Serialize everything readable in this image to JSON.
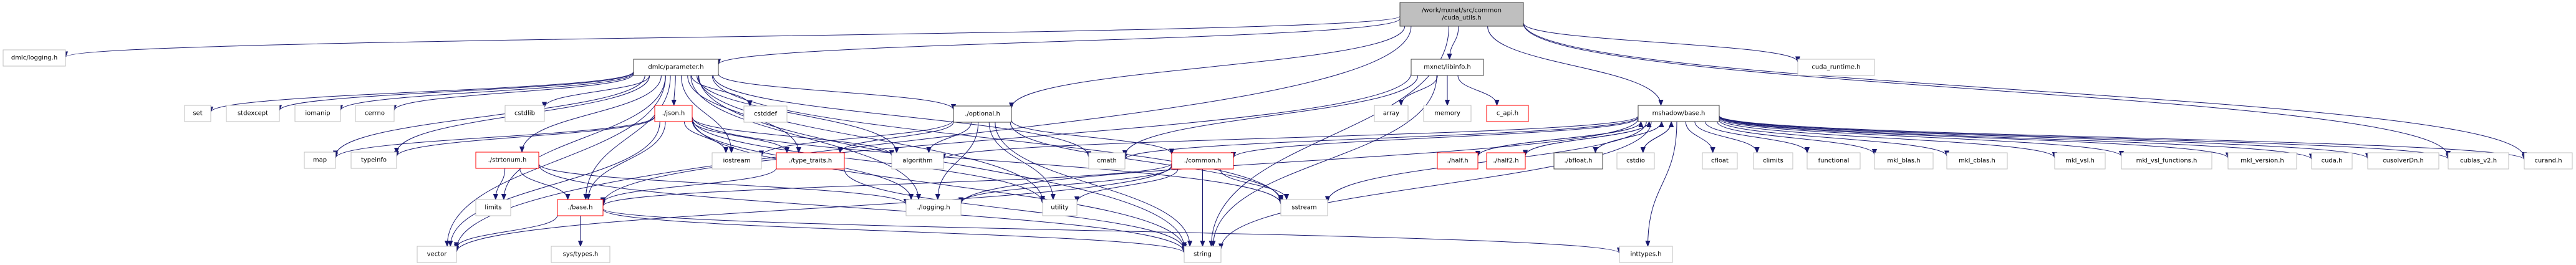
{
  "diagram": {
    "type": "include-dependency-graph",
    "colors": {
      "edge": "#191970",
      "root_fill": "#bfbfbf",
      "root_border": "#404040",
      "documented_border": "#404040",
      "undocumented_border": "#bfbfbf",
      "truncated_border": "#ff0000"
    },
    "nodes": [
      {
        "id": "root",
        "label": "/work/mxnet/src/common\n/cuda_utils.h",
        "kind": "root"
      },
      {
        "id": "dmlc_logging",
        "label": "dmlc/logging.h",
        "kind": "plain"
      },
      {
        "id": "dmlc_parameter",
        "label": "dmlc/parameter.h",
        "kind": "doc"
      },
      {
        "id": "mxnet_libinfo",
        "label": "mxnet/libinfo.h",
        "kind": "doc"
      },
      {
        "id": "cuda_runtime",
        "label": "cuda_runtime.h",
        "kind": "plain"
      },
      {
        "id": "set",
        "label": "set",
        "kind": "plain"
      },
      {
        "id": "stdexcept",
        "label": "stdexcept",
        "kind": "plain"
      },
      {
        "id": "iomanip",
        "label": "iomanip",
        "kind": "plain"
      },
      {
        "id": "cerrno",
        "label": "cerrno",
        "kind": "plain"
      },
      {
        "id": "cstdlib",
        "label": "cstdlib",
        "kind": "plain"
      },
      {
        "id": "json",
        "label": "./json.h",
        "kind": "red"
      },
      {
        "id": "cstddef",
        "label": "cstddef",
        "kind": "plain"
      },
      {
        "id": "optional",
        "label": "./optional.h",
        "kind": "doc"
      },
      {
        "id": "array",
        "label": "array",
        "kind": "plain"
      },
      {
        "id": "memory",
        "label": "memory",
        "kind": "plain"
      },
      {
        "id": "c_api",
        "label": "c_api.h",
        "kind": "red"
      },
      {
        "id": "mshadow_base",
        "label": "mshadow/base.h",
        "kind": "doc"
      },
      {
        "id": "map",
        "label": "map",
        "kind": "plain"
      },
      {
        "id": "typeinfo",
        "label": "typeinfo",
        "kind": "plain"
      },
      {
        "id": "strtonum",
        "label": "./strtonum.h",
        "kind": "red"
      },
      {
        "id": "iostream",
        "label": "iostream",
        "kind": "plain"
      },
      {
        "id": "type_traits",
        "label": "./type_traits.h",
        "kind": "red"
      },
      {
        "id": "algorithm",
        "label": "algorithm",
        "kind": "plain"
      },
      {
        "id": "cmath",
        "label": "cmath",
        "kind": "plain"
      },
      {
        "id": "common",
        "label": "./common.h",
        "kind": "red"
      },
      {
        "id": "half",
        "label": "./half.h",
        "kind": "red"
      },
      {
        "id": "half2",
        "label": "./half2.h",
        "kind": "red"
      },
      {
        "id": "bfloat",
        "label": "./bfloat.h",
        "kind": "doc"
      },
      {
        "id": "cstdio",
        "label": "cstdio",
        "kind": "plain"
      },
      {
        "id": "cfloat",
        "label": "cfloat",
        "kind": "plain"
      },
      {
        "id": "climits",
        "label": "climits",
        "kind": "plain"
      },
      {
        "id": "functional",
        "label": "functional",
        "kind": "plain"
      },
      {
        "id": "mkl_blas",
        "label": "mkl_blas.h",
        "kind": "plain"
      },
      {
        "id": "mkl_cblas",
        "label": "mkl_cblas.h",
        "kind": "plain"
      },
      {
        "id": "mkl_vsl",
        "label": "mkl_vsl.h",
        "kind": "plain"
      },
      {
        "id": "mkl_vsl_functions",
        "label": "mkl_vsl_functions.h",
        "kind": "plain"
      },
      {
        "id": "mkl_version",
        "label": "mkl_version.h",
        "kind": "plain"
      },
      {
        "id": "cuda",
        "label": "cuda.h",
        "kind": "plain"
      },
      {
        "id": "cusolverDn",
        "label": "cusolverDn.h",
        "kind": "plain"
      },
      {
        "id": "cublas_v2",
        "label": "cublas_v2.h",
        "kind": "plain"
      },
      {
        "id": "curand",
        "label": "curand.h",
        "kind": "plain"
      },
      {
        "id": "limits",
        "label": "limits",
        "kind": "plain"
      },
      {
        "id": "base",
        "label": "./base.h",
        "kind": "red"
      },
      {
        "id": "logging",
        "label": "./logging.h",
        "kind": "plain"
      },
      {
        "id": "utility",
        "label": "utility",
        "kind": "plain"
      },
      {
        "id": "sstream",
        "label": "sstream",
        "kind": "plain"
      },
      {
        "id": "vector",
        "label": "vector",
        "kind": "plain"
      },
      {
        "id": "sys_types",
        "label": "sys/types.h",
        "kind": "plain"
      },
      {
        "id": "string",
        "label": "string",
        "kind": "plain"
      },
      {
        "id": "inttypes",
        "label": "inttypes.h",
        "kind": "plain"
      }
    ],
    "edges": [
      [
        "root",
        "dmlc_logging"
      ],
      [
        "root",
        "dmlc_parameter"
      ],
      [
        "root",
        "mxnet_libinfo"
      ],
      [
        "root",
        "cuda_runtime"
      ],
      [
        "root",
        "mshadow_base"
      ],
      [
        "root",
        "optional"
      ],
      [
        "root",
        "cublas_v2"
      ],
      [
        "root",
        "curand"
      ],
      [
        "root",
        "vector"
      ],
      [
        "root",
        "string"
      ],
      [
        "dmlc_parameter",
        "set"
      ],
      [
        "dmlc_parameter",
        "stdexcept"
      ],
      [
        "dmlc_parameter",
        "iomanip"
      ],
      [
        "dmlc_parameter",
        "cerrno"
      ],
      [
        "dmlc_parameter",
        "cstdlib"
      ],
      [
        "dmlc_parameter",
        "json"
      ],
      [
        "dmlc_parameter",
        "cstddef"
      ],
      [
        "dmlc_parameter",
        "optional"
      ],
      [
        "dmlc_parameter",
        "map"
      ],
      [
        "dmlc_parameter",
        "typeinfo"
      ],
      [
        "dmlc_parameter",
        "strtonum"
      ],
      [
        "dmlc_parameter",
        "iostream"
      ],
      [
        "dmlc_parameter",
        "type_traits"
      ],
      [
        "dmlc_parameter",
        "algorithm"
      ],
      [
        "dmlc_parameter",
        "cmath"
      ],
      [
        "dmlc_parameter",
        "limits"
      ],
      [
        "dmlc_parameter",
        "base"
      ],
      [
        "dmlc_parameter",
        "logging"
      ],
      [
        "dmlc_parameter",
        "utility"
      ],
      [
        "dmlc_parameter",
        "sstream"
      ],
      [
        "dmlc_parameter",
        "vector"
      ],
      [
        "dmlc_parameter",
        "string"
      ],
      [
        "mxnet_libinfo",
        "array"
      ],
      [
        "mxnet_libinfo",
        "memory"
      ],
      [
        "mxnet_libinfo",
        "c_api"
      ],
      [
        "mxnet_libinfo",
        "base"
      ],
      [
        "mxnet_libinfo",
        "string"
      ],
      [
        "mxnet_libinfo",
        "cmath"
      ],
      [
        "json",
        "map"
      ],
      [
        "json",
        "typeinfo"
      ],
      [
        "json",
        "iostream"
      ],
      [
        "json",
        "type_traits"
      ],
      [
        "json",
        "algorithm"
      ],
      [
        "json",
        "base"
      ],
      [
        "json",
        "logging"
      ],
      [
        "json",
        "utility"
      ],
      [
        "json",
        "sstream"
      ],
      [
        "json",
        "vector"
      ],
      [
        "json",
        "string"
      ],
      [
        "optional",
        "iostream"
      ],
      [
        "optional",
        "type_traits"
      ],
      [
        "optional",
        "algorithm"
      ],
      [
        "optional",
        "logging"
      ],
      [
        "optional",
        "utility"
      ],
      [
        "optional",
        "string"
      ],
      [
        "optional",
        "sstream"
      ],
      [
        "optional",
        "common"
      ],
      [
        "strtonum",
        "limits"
      ],
      [
        "strtonum",
        "base"
      ],
      [
        "strtonum",
        "string"
      ],
      [
        "strtonum",
        "logging"
      ],
      [
        "type_traits",
        "base"
      ],
      [
        "type_traits",
        "string"
      ],
      [
        "common",
        "logging"
      ],
      [
        "common",
        "utility"
      ],
      [
        "common",
        "sstream"
      ],
      [
        "common",
        "string"
      ],
      [
        "common",
        "vector"
      ],
      [
        "common",
        "base"
      ],
      [
        "base",
        "vector"
      ],
      [
        "base",
        "sys_types"
      ],
      [
        "base",
        "string"
      ],
      [
        "base",
        "inttypes"
      ],
      [
        "mshadow_base",
        "half"
      ],
      [
        "mshadow_base",
        "half2"
      ],
      [
        "mshadow_base",
        "bfloat"
      ],
      [
        "mshadow_base",
        "cstdio"
      ],
      [
        "mshadow_base",
        "cfloat"
      ],
      [
        "mshadow_base",
        "climits"
      ],
      [
        "mshadow_base",
        "functional"
      ],
      [
        "mshadow_base",
        "mkl_blas"
      ],
      [
        "mshadow_base",
        "mkl_cblas"
      ],
      [
        "mshadow_base",
        "mkl_vsl"
      ],
      [
        "mshadow_base",
        "mkl_vsl_functions"
      ],
      [
        "mshadow_base",
        "mkl_version"
      ],
      [
        "mshadow_base",
        "cuda"
      ],
      [
        "mshadow_base",
        "cusolverDn"
      ],
      [
        "mshadow_base",
        "cublas_v2"
      ],
      [
        "mshadow_base",
        "curand"
      ],
      [
        "mshadow_base",
        "sstream"
      ],
      [
        "mshadow_base",
        "string"
      ],
      [
        "mshadow_base",
        "algorithm"
      ],
      [
        "mshadow_base",
        "cmath"
      ],
      [
        "mshadow_base",
        "logging"
      ],
      [
        "mshadow_base",
        "inttypes"
      ],
      [
        "mshadow_base",
        "common"
      ],
      [
        "half",
        "mshadow_base"
      ],
      [
        "half2",
        "mshadow_base"
      ],
      [
        "bfloat",
        "mshadow_base"
      ],
      [
        "cstdio",
        "mshadow_base"
      ]
    ]
  }
}
